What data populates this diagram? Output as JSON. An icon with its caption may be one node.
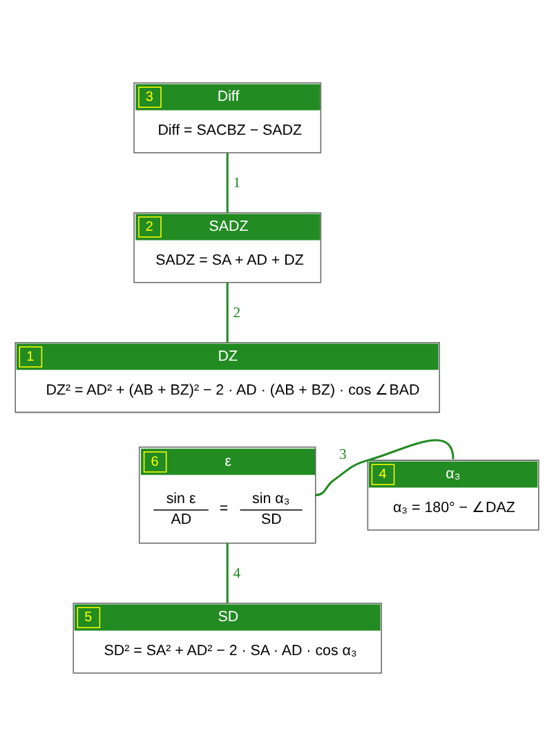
{
  "diagram": {
    "nodes": [
      {
        "text": [
          "3",
          "Diff",
          "Diff = SACBZ − SADZ"
        ]
      },
      {
        "text": [
          "2",
          "SADZ",
          "SADZ = SA + AD + DZ"
        ]
      },
      {
        "text": [
          "1",
          "DZ",
          "DZ² = AD² + (AB + BZ)² − 2 · AD · (AB + BZ) · cos ∠BAD"
        ]
      },
      {
        "text": [
          "6",
          "ε",
          "sin ε",
          "AD",
          "=",
          "sin α₃",
          "SD"
        ]
      },
      {
        "text": [
          "4",
          "α₃",
          "α₃ = 180° − ∠DAZ"
        ]
      },
      {
        "text": [
          "5",
          "SD",
          "SD² = SA² + AD² − 2 · SA · AD · cos α₃"
        ]
      }
    ],
    "edges": [
      {
        "from": 0,
        "to": 1,
        "arrow": "none",
        "label": "1"
      },
      {
        "from": 1,
        "to": 2,
        "arrow": "none",
        "label": "2"
      },
      {
        "from": 3,
        "to": 4,
        "arrow": "none",
        "label": "3"
      },
      {
        "from": 3,
        "to": 5,
        "arrow": "none",
        "label": "4"
      }
    ]
  }
}
